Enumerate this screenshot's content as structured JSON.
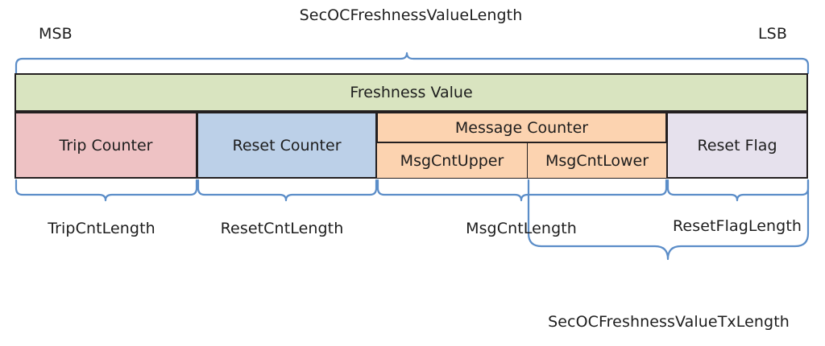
{
  "diagram": {
    "title_top": "SecOCFreshnessValueLength",
    "endian_left": "MSB",
    "endian_right": "LSB",
    "bottom_total": "SecOCFreshnessValueTxLength",
    "row1": {
      "label": "Freshness Value",
      "color": "#d9e4c0"
    },
    "fields": [
      {
        "label": "Trip Counter",
        "color": "#eec2c4",
        "brace": "TripCntLength"
      },
      {
        "label": "Reset Counter",
        "color": "#bcd0e8",
        "brace": "ResetCntLength"
      },
      {
        "label": "Message Counter",
        "color": "#fcd3b0",
        "brace": "MsgCntLength"
      },
      {
        "label": "Reset Flag",
        "color": "#e6e1ed",
        "brace": "ResetFlagLength"
      }
    ],
    "subfields": [
      {
        "label": "MsgCntUpper",
        "color": "#fcd3b0"
      },
      {
        "label": "MsgCntLower",
        "color": "#fcd3b0"
      }
    ],
    "colors": {
      "outline": "#231f20",
      "brace": "#5b8dc8",
      "background": "#ffffff",
      "text": "#1d1d1d"
    }
  }
}
